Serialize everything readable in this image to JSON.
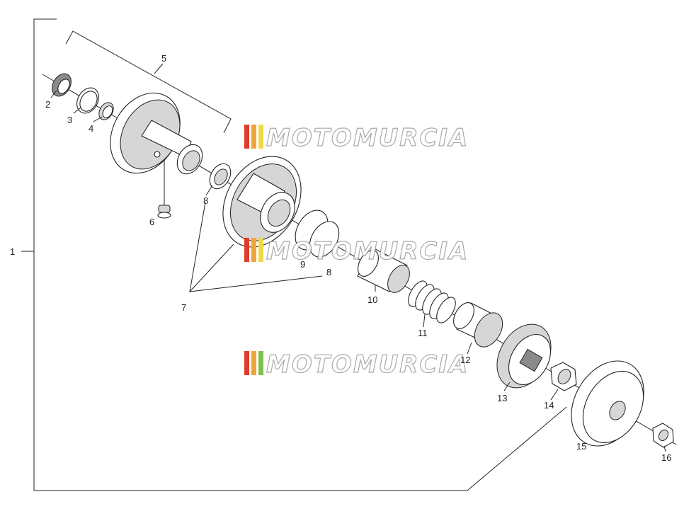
{
  "diagram": {
    "callouts": {
      "assembly": "1",
      "p2": "2",
      "p3": "3",
      "p4": "4",
      "p5": "5",
      "p6": "6",
      "p7": "7",
      "p8a": "8",
      "p8b": "8",
      "p9": "9",
      "p10": "10",
      "p11": "11",
      "p12": "12",
      "p13": "13",
      "p14": "14",
      "p15": "15",
      "p16": "16"
    },
    "watermark": "MOTOMURCIA",
    "watermark_colors": [
      "#e03c2c",
      "#f2a43a",
      "#f0d84a",
      "#7cc04a"
    ]
  }
}
